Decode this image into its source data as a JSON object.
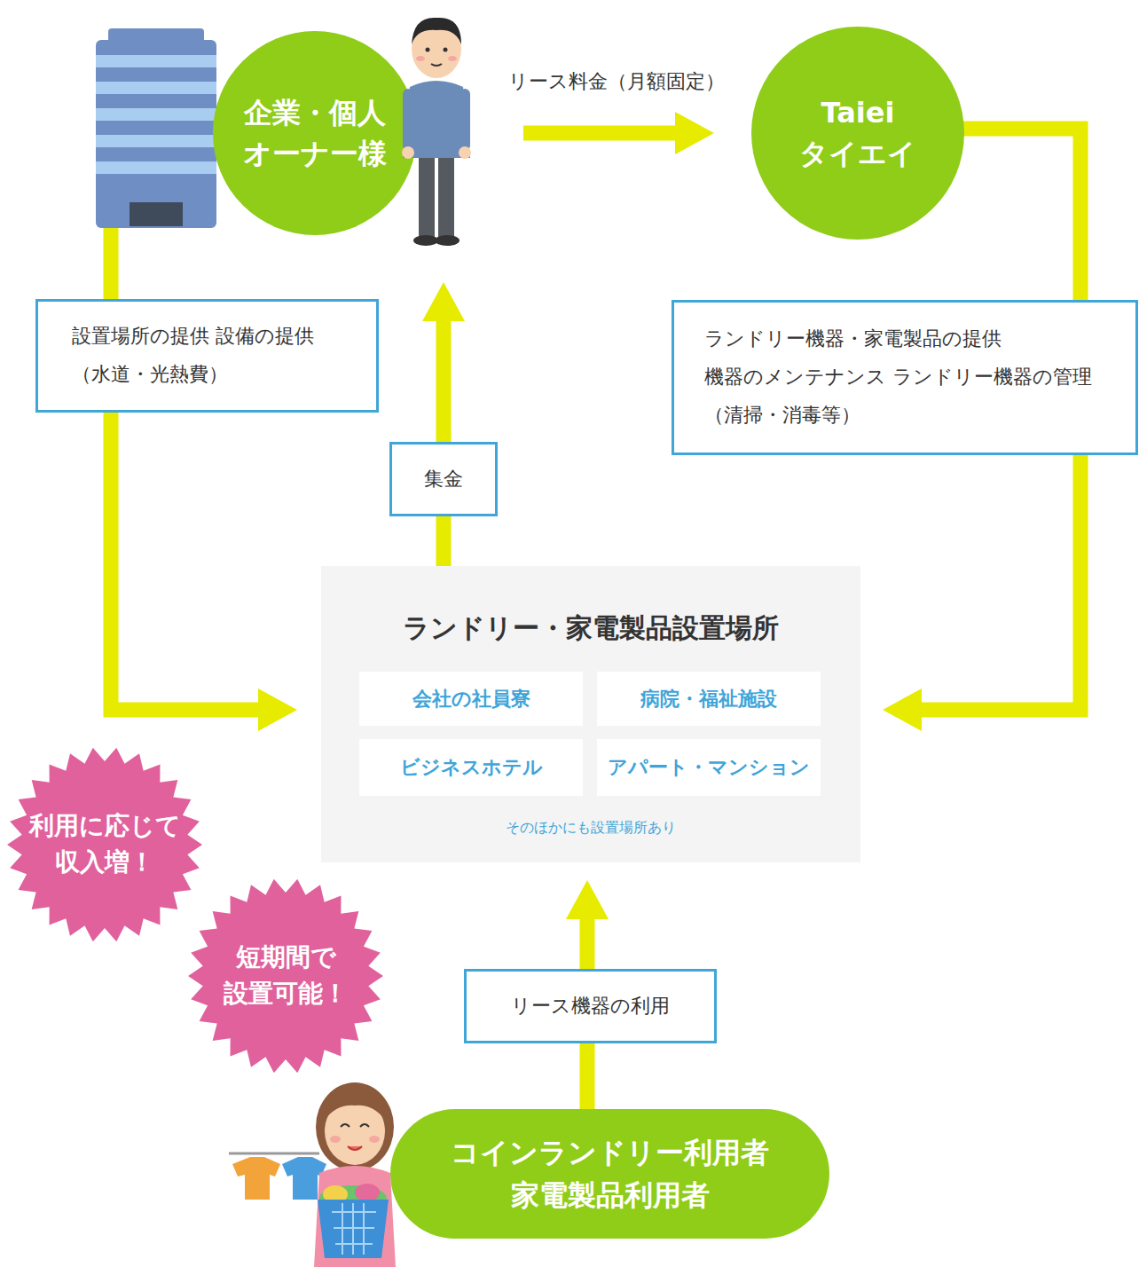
{
  "diagram": {
    "nodes": [
      {
        "text": [
          "企業・個人 オーナー様"
        ]
      },
      {
        "text": [
          "Taiei タイエイ"
        ]
      },
      {
        "text": [
          "ランドリー・家電製品設置場所",
          "そのほかにも設置場所あり"
        ]
      },
      {
        "text": [
          "会社の社員寮"
        ],
        "in": 2
      },
      {
        "text": [
          "病院・福祉施設"
        ],
        "in": 2
      },
      {
        "text": [
          "ビジネスホテル"
        ],
        "in": 2
      },
      {
        "text": [
          "アパート・マンション"
        ],
        "in": 2
      },
      {
        "text": [
          "利用に応じて 収入増！"
        ]
      },
      {
        "text": [
          "短期間で 設置可能！"
        ]
      },
      {
        "text": [
          "コインランドリー利用者 家電製品利用者"
        ]
      }
    ],
    "edges": [
      {
        "from": 0,
        "to": 1,
        "label": "リース料金（月額固定）",
        "arrow": "to"
      },
      {
        "from": 0,
        "to": 2,
        "label": "設置場所の提供 設備の提供（水道・光熱費）",
        "arrow": "to"
      },
      {
        "from": 1,
        "to": 2,
        "label": "ランドリー機器・家電製品の提供 機器のメンテナンス ランドリー機器の管理（清掃・消毒等）",
        "arrow": "to"
      },
      {
        "from": 2,
        "to": 0,
        "label": "集金",
        "arrow": "to"
      },
      {
        "from": 9,
        "to": 2,
        "label": "リース機器の利用",
        "arrow": "to"
      }
    ]
  }
}
